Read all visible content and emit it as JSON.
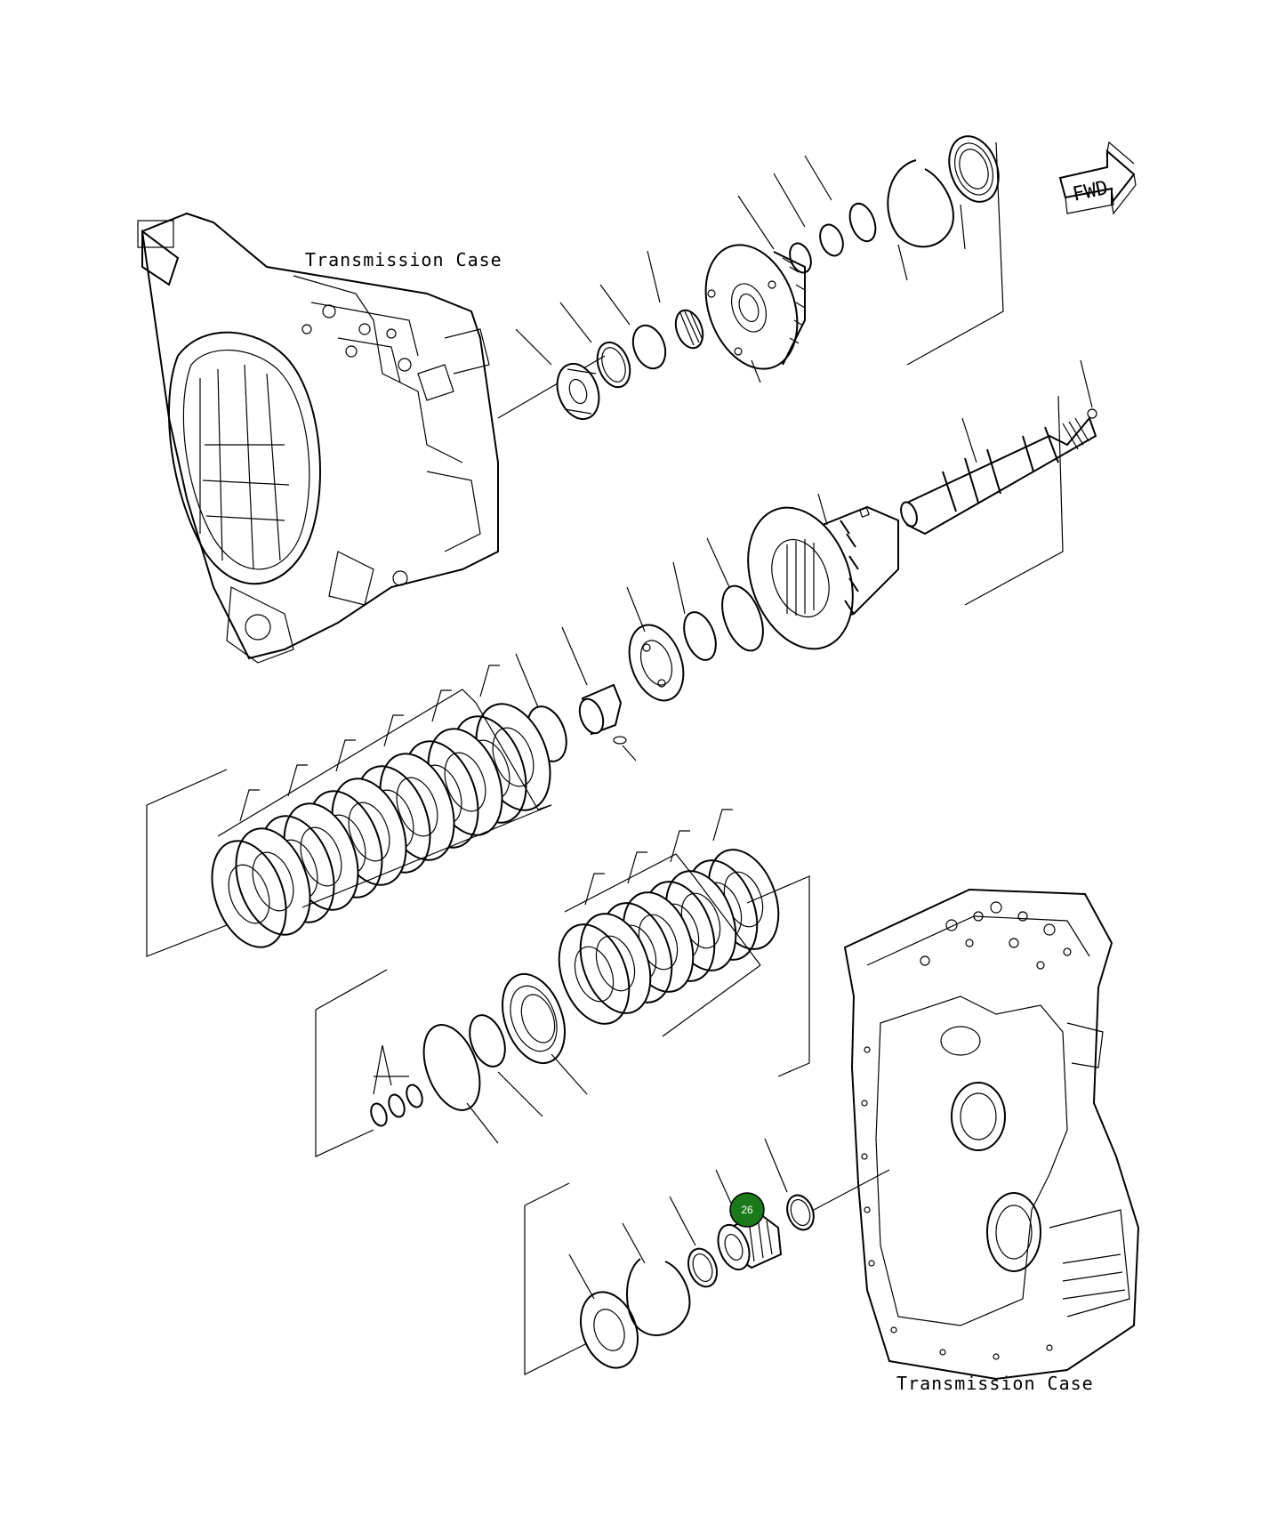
{
  "labels": {
    "case_top": "Transmission Case",
    "case_bottom": "Transmission Case",
    "fwd": "FWD"
  },
  "callout": {
    "number": "26",
    "color": "#1a7a1a"
  }
}
